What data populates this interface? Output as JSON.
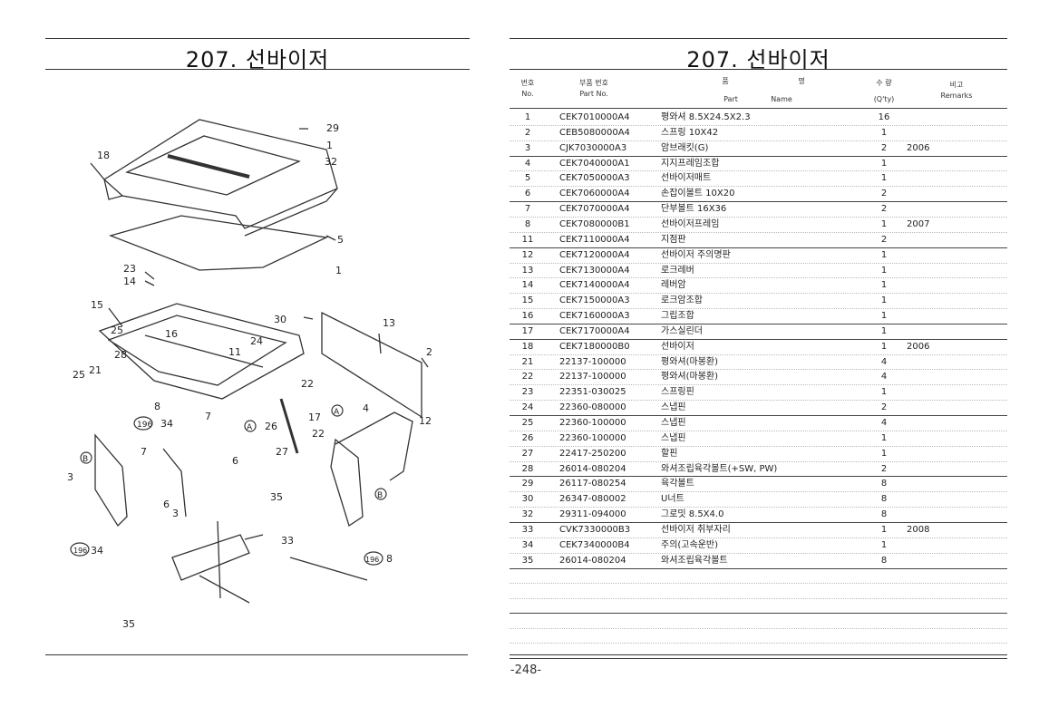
{
  "left_page": {
    "title": "207. 선바이저"
  },
  "right_page": {
    "title": "207. 선바이저"
  },
  "table": {
    "headers": {
      "no_kr": "번호",
      "no_en": "No.",
      "part_kr": "부품 번호",
      "part_en": "Part  No.",
      "name_kr1": "품",
      "name_kr2": "명",
      "name_en1": "Part",
      "name_en2": "Name",
      "qty_kr": "수  량",
      "qty_en": "(Q'ty)",
      "rem_kr": "비고",
      "rem_en": "Remarks"
    },
    "rows": [
      {
        "no": "1",
        "part": "CEK7010000A4",
        "name": "평와셔 8.5X24.5X2.3",
        "qty": "16",
        "remarks": ""
      },
      {
        "no": "2",
        "part": "CEB5080000A4",
        "name": "스프링 10X42",
        "qty": "1",
        "remarks": ""
      },
      {
        "no": "3",
        "part": "CJK7030000A3",
        "name": "암브래킷(G)",
        "qty": "2",
        "remarks": "2006"
      },
      {
        "no": "4",
        "part": "CEK7040000A1",
        "name": "지지프레임조합",
        "qty": "1",
        "remarks": ""
      },
      {
        "no": "5",
        "part": "CEK7050000A3",
        "name": "선바이저매트",
        "qty": "1",
        "remarks": ""
      },
      {
        "no": "6",
        "part": "CEK7060000A4",
        "name": "손잡이볼트 10X20",
        "qty": "2",
        "remarks": ""
      },
      {
        "no": "7",
        "part": "CEK7070000A4",
        "name": "단부볼트 16X36",
        "qty": "2",
        "remarks": ""
      },
      {
        "no": "8",
        "part": "CEK7080000B1",
        "name": "선바이저프레임",
        "qty": "1",
        "remarks": "2007"
      },
      {
        "no": "11",
        "part": "CEK7110000A4",
        "name": "지점판",
        "qty": "2",
        "remarks": ""
      },
      {
        "no": "12",
        "part": "CEK7120000A4",
        "name": "선바이저 주의명판",
        "qty": "1",
        "remarks": ""
      },
      {
        "no": "13",
        "part": "CEK7130000A4",
        "name": "로크레버",
        "qty": "1",
        "remarks": ""
      },
      {
        "no": "14",
        "part": "CEK7140000A4",
        "name": "레버암",
        "qty": "1",
        "remarks": ""
      },
      {
        "no": "15",
        "part": "CEK7150000A3",
        "name": "로크암조합",
        "qty": "1",
        "remarks": ""
      },
      {
        "no": "16",
        "part": "CEK7160000A3",
        "name": "그립조합",
        "qty": "1",
        "remarks": ""
      },
      {
        "no": "17",
        "part": "CEK7170000A4",
        "name": "가스실린더",
        "qty": "1",
        "remarks": ""
      },
      {
        "no": "18",
        "part": "CEK7180000B0",
        "name": "선바이저",
        "qty": "1",
        "remarks": "2006"
      },
      {
        "no": "21",
        "part": "22137-100000",
        "name": "평와셔(마봉환)",
        "qty": "4",
        "remarks": ""
      },
      {
        "no": "22",
        "part": "22137-100000",
        "name": "평와셔(마봉환)",
        "qty": "4",
        "remarks": ""
      },
      {
        "no": "23",
        "part": "22351-030025",
        "name": "스프링핀",
        "qty": "1",
        "remarks": ""
      },
      {
        "no": "24",
        "part": "22360-080000",
        "name": "스냅핀",
        "qty": "2",
        "remarks": ""
      },
      {
        "no": "25",
        "part": "22360-100000",
        "name": "스냅핀",
        "qty": "4",
        "remarks": ""
      },
      {
        "no": "26",
        "part": "22360-100000",
        "name": "스냅핀",
        "qty": "1",
        "remarks": ""
      },
      {
        "no": "27",
        "part": "22417-250200",
        "name": "할핀",
        "qty": "1",
        "remarks": ""
      },
      {
        "no": "28",
        "part": "26014-080204",
        "name": "와셔조립육각볼트(+SW, PW)",
        "qty": "2",
        "remarks": ""
      },
      {
        "no": "29",
        "part": "26117-080254",
        "name": "육각볼트",
        "qty": "8",
        "remarks": ""
      },
      {
        "no": "30",
        "part": "26347-080002",
        "name": "U너트",
        "qty": "8",
        "remarks": ""
      },
      {
        "no": "32",
        "part": "29311-094000",
        "name": "그로밋 8.5X4.0",
        "qty": "8",
        "remarks": ""
      },
      {
        "no": "33",
        "part": "CVK7330000B3",
        "name": "선바이저 취부자리",
        "qty": "1",
        "remarks": "2008"
      },
      {
        "no": "34",
        "part": "CEK7340000B4",
        "name": "주의(고속운반)",
        "qty": "1",
        "remarks": ""
      },
      {
        "no": "35",
        "part": "26014-080204",
        "name": "와셔조립육각볼트",
        "qty": "8",
        "remarks": ""
      }
    ]
  },
  "diagram": {
    "callouts": [
      "29",
      "1",
      "32",
      "18",
      "5",
      "1",
      "23",
      "14",
      "15",
      "25",
      "16",
      "30",
      "13",
      "24",
      "11",
      "2",
      "25",
      "21",
      "28",
      "8",
      "22",
      "196",
      "34",
      "7",
      "A",
      "26",
      "17",
      "A",
      "4",
      "12",
      "B",
      "22",
      "27",
      "7",
      "6",
      "3",
      "6",
      "3",
      "B",
      "35",
      "33",
      "196",
      "34",
      "196",
      "8",
      "35"
    ]
  },
  "footer": {
    "page": "-248-"
  }
}
